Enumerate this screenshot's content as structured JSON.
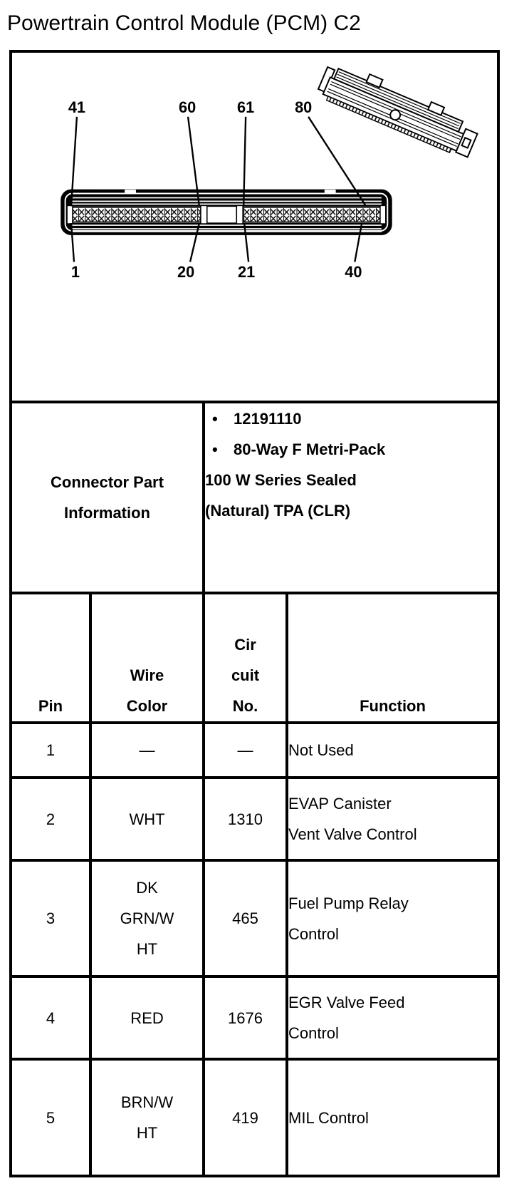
{
  "page": {
    "title": "Powertrain Control Module (PCM) C2"
  },
  "diagram": {
    "description": "80-way PCM C2 connector, face view with isometric view",
    "top_labels": {
      "l41": "41",
      "l60": "60",
      "l61": "61",
      "l80": "80"
    },
    "bottom_labels": {
      "l1": "1",
      "l20": "20",
      "l21": "21",
      "l40": "40"
    }
  },
  "table": {
    "part_info": {
      "label": "Connector Part\nInformation",
      "bullet_char": "•",
      "bullets": [
        "12191110",
        "80-Way F Metri-Pack"
      ],
      "continuation": "100 W Series Sealed\n(Natural) TPA (CLR)"
    },
    "headers": {
      "pin": "Pin",
      "wire_color": "Wire\nColor",
      "circuit_no": "Cir\ncuit\nNo.",
      "function": "Function"
    },
    "rows": [
      {
        "pin": "1",
        "wire_color": "—",
        "circuit_no": "—",
        "function": "Not Used"
      },
      {
        "pin": "2",
        "wire_color": "WHT",
        "circuit_no": "1310",
        "function": "EVAP Canister\nVent Valve Control"
      },
      {
        "pin": "3",
        "wire_color": "DK\nGRN/W\nHT",
        "circuit_no": "465",
        "function": "Fuel Pump Relay\nControl"
      },
      {
        "pin": "4",
        "wire_color": "RED",
        "circuit_no": "1676",
        "function": "EGR Valve Feed\nControl"
      },
      {
        "pin": "5",
        "wire_color": "BRN/W\nHT",
        "circuit_no": "419",
        "function": "MIL Control"
      }
    ]
  },
  "colors": {
    "ink": "#000000",
    "paper": "#ffffff"
  }
}
